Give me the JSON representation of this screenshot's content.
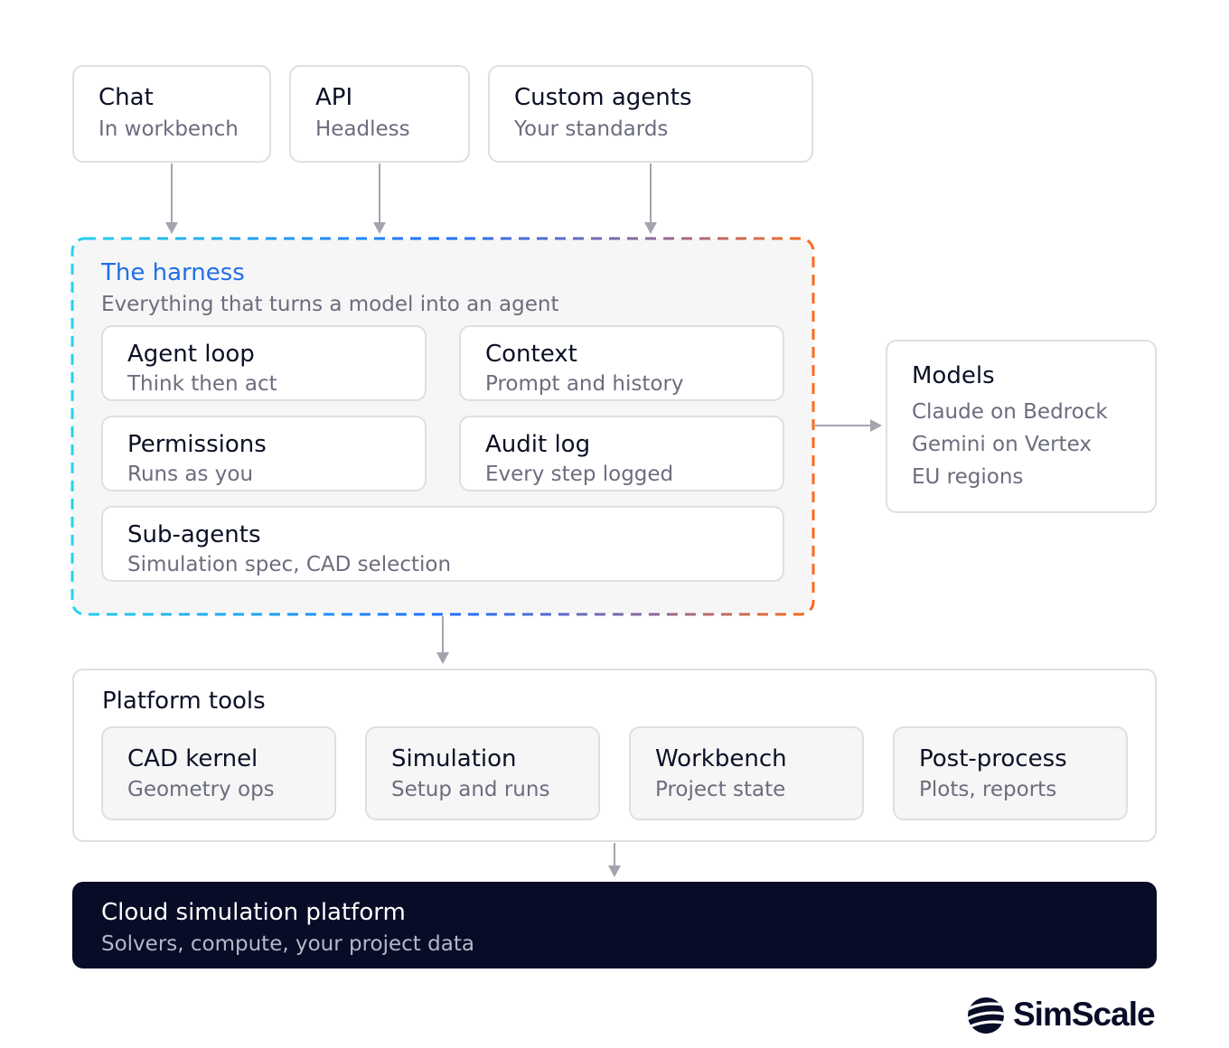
{
  "interfaces": [
    {
      "title": "Chat",
      "subtitle": "In workbench"
    },
    {
      "title": "API",
      "subtitle": "Headless"
    },
    {
      "title": "Custom agents",
      "subtitle": "Your standards"
    }
  ],
  "harness": {
    "title": "The harness",
    "subtitle": "Everything that turns a model into an agent",
    "components": [
      {
        "title": "Agent loop",
        "subtitle": "Think then act"
      },
      {
        "title": "Context",
        "subtitle": "Prompt and history"
      },
      {
        "title": "Permissions",
        "subtitle": "Runs as you"
      },
      {
        "title": "Audit log",
        "subtitle": "Every step logged"
      },
      {
        "title": "Sub-agents",
        "subtitle": "Simulation spec, CAD selection"
      }
    ]
  },
  "models": {
    "title": "Models",
    "items": [
      "Claude on Bedrock",
      "Gemini on Vertex",
      "EU regions"
    ]
  },
  "platform_tools": {
    "title": "Platform tools",
    "tools": [
      {
        "title": "CAD kernel",
        "subtitle": "Geometry ops"
      },
      {
        "title": "Simulation",
        "subtitle": "Setup and runs"
      },
      {
        "title": "Workbench",
        "subtitle": "Project state"
      },
      {
        "title": "Post-process",
        "subtitle": "Plots, reports"
      }
    ]
  },
  "cloud": {
    "title": "Cloud simulation platform",
    "subtitle": "Solvers, compute, your project data"
  },
  "brand": {
    "name": "SimScale",
    "logo_icon": "simscale-logo-icon"
  },
  "colors": {
    "harness_gradient_start": "#22d3ee",
    "harness_gradient_mid": "#1f6fff",
    "harness_gradient_end": "#ff6a1a",
    "harness_title": "#1f6fe8",
    "arrow": "#a3a4ad",
    "dark_panel": "#080c27"
  }
}
